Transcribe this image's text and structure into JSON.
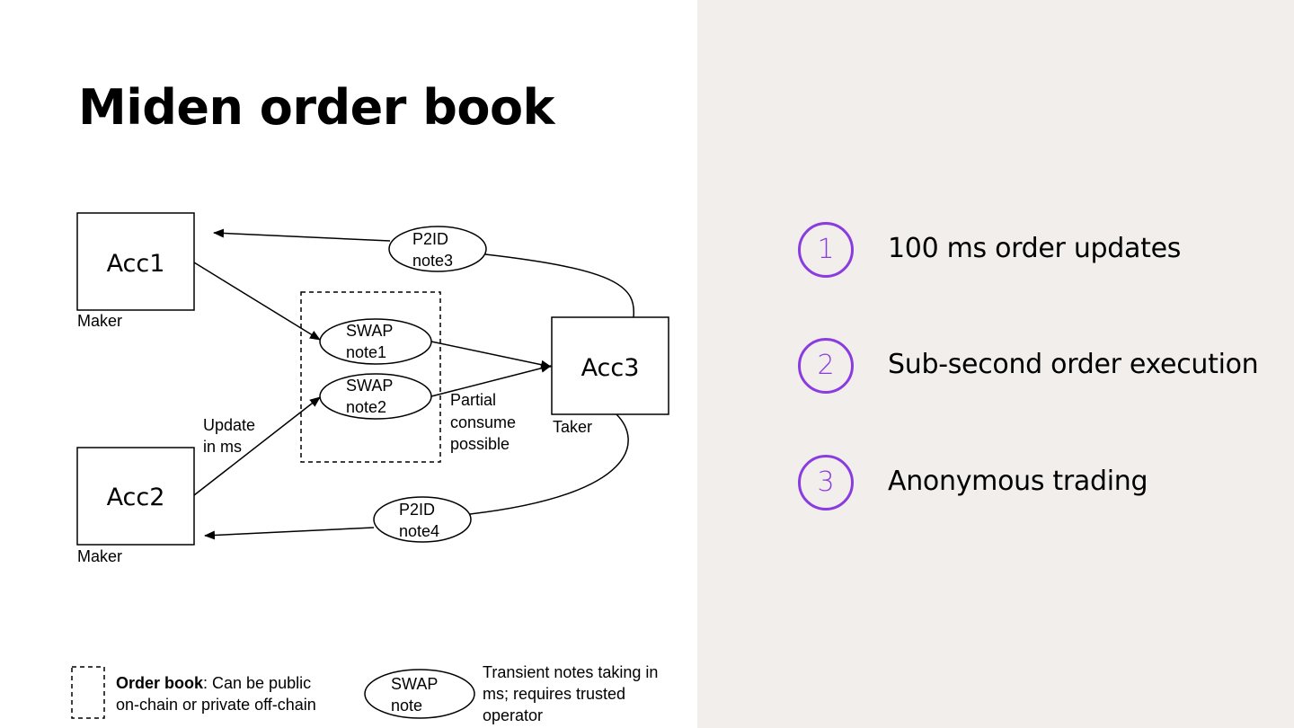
{
  "title": "Miden order book",
  "diagram": {
    "acc1": "Acc1",
    "acc2": "Acc2",
    "acc3": "Acc3",
    "maker1": "Maker",
    "maker2": "Maker",
    "taker": "Taker",
    "note3_l1": "P2ID",
    "note3_l2": "note3",
    "note4_l1": "P2ID",
    "note4_l2": "note4",
    "swap1_l1": "SWAP",
    "swap1_l2": "note1",
    "swap2_l1": "SWAP",
    "swap2_l2": "note2",
    "update_l1": "Update",
    "update_l2": "in ms",
    "partial_l1": "Partial",
    "partial_l2": "consume",
    "partial_l3": "possible"
  },
  "features": [
    {
      "num": "1",
      "text": "100 ms order updates"
    },
    {
      "num": "2",
      "text": "Sub-second order execution"
    },
    {
      "num": "3",
      "text": "Anonymous trading"
    }
  ],
  "legend": {
    "orderbook_bold": "Order book",
    "orderbook_rest": ": Can be public",
    "orderbook_line2": "on-chain or private off-chain",
    "swap_l1": "SWAP",
    "swap_l2": "note",
    "transient_l1": "Transient notes taking in",
    "transient_l2": "ms; requires trusted",
    "transient_l3": "operator"
  },
  "colors": {
    "accent": "#8a3ce0",
    "right_bg": "#f1eeeb"
  }
}
